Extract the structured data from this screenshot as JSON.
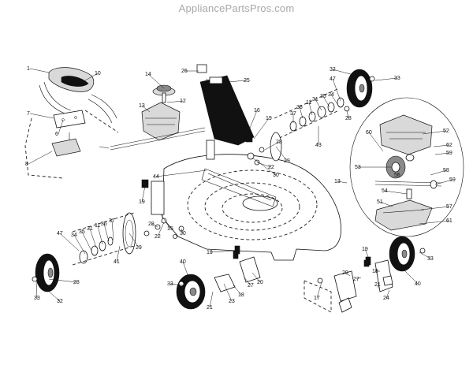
{
  "watermark": {
    "text": "AppliancePartsPros.com",
    "color": "#a8a8a8"
  },
  "callouts": [
    {
      "n": "1"
    },
    {
      "n": "10"
    },
    {
      "n": "7"
    },
    {
      "n": "6"
    },
    {
      "n": "8"
    },
    {
      "n": "14"
    },
    {
      "n": "12"
    },
    {
      "n": "13"
    },
    {
      "n": "26"
    },
    {
      "n": "25"
    },
    {
      "n": "16"
    },
    {
      "n": "19"
    },
    {
      "n": "28"
    },
    {
      "n": "22"
    },
    {
      "n": "29"
    },
    {
      "n": "30"
    },
    {
      "n": "44"
    },
    {
      "n": "19"
    },
    {
      "n": "15"
    },
    {
      "n": "30"
    },
    {
      "n": "28"
    },
    {
      "n": "22"
    },
    {
      "n": "29"
    },
    {
      "n": "47"
    },
    {
      "n": "34"
    },
    {
      "n": "35"
    },
    {
      "n": "31"
    },
    {
      "n": "11"
    },
    {
      "n": "36"
    },
    {
      "n": "37"
    },
    {
      "n": "41"
    },
    {
      "n": "28"
    },
    {
      "n": "33"
    },
    {
      "n": "32"
    },
    {
      "n": "40"
    },
    {
      "n": "33"
    },
    {
      "n": "21"
    },
    {
      "n": "23"
    },
    {
      "n": "19"
    },
    {
      "n": "18"
    },
    {
      "n": "27"
    },
    {
      "n": "20"
    },
    {
      "n": "17"
    },
    {
      "n": "32"
    },
    {
      "n": "33"
    },
    {
      "n": "47"
    },
    {
      "n": "37"
    },
    {
      "n": "36"
    },
    {
      "n": "11"
    },
    {
      "n": "31"
    },
    {
      "n": "35"
    },
    {
      "n": "34"
    },
    {
      "n": "28"
    },
    {
      "n": "43"
    },
    {
      "n": "52"
    },
    {
      "n": "62"
    },
    {
      "n": "59"
    },
    {
      "n": "60"
    },
    {
      "n": "53"
    },
    {
      "n": "55"
    },
    {
      "n": "58"
    },
    {
      "n": "59"
    },
    {
      "n": "54"
    },
    {
      "n": "51"
    },
    {
      "n": "57"
    },
    {
      "n": "61"
    },
    {
      "n": "13"
    },
    {
      "n": "19"
    },
    {
      "n": "18"
    },
    {
      "n": "20"
    },
    {
      "n": "27"
    },
    {
      "n": "21"
    },
    {
      "n": "24"
    },
    {
      "n": "40"
    },
    {
      "n": "33"
    }
  ]
}
